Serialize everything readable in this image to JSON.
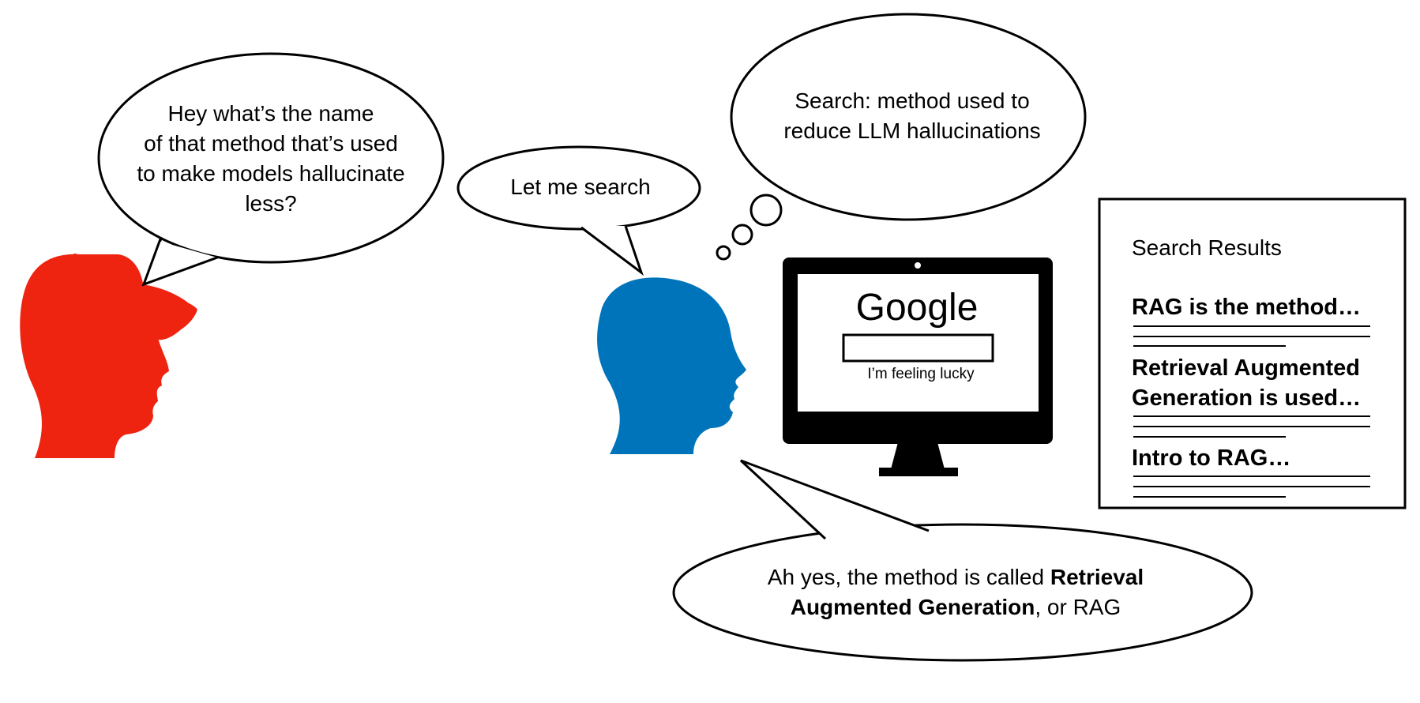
{
  "speech": {
    "question_lines": [
      "Hey what’s the name",
      "of that method that’s used",
      "to make models hallucinate",
      "less?"
    ],
    "search_reply": "Let me search",
    "thought_lines": [
      "Search: method used to",
      "reduce LLM hallucinations"
    ],
    "answer": {
      "prefix": "Ah yes, the method is called ",
      "bold_1": "Retrieval",
      "bold_2": "Augmented Generation",
      "suffix": ", or RAG"
    }
  },
  "monitor": {
    "logo": "Google",
    "lucky_label": "I’m feeling lucky"
  },
  "results_panel": {
    "title": "Search Results",
    "results": [
      "RAG is the method…",
      "Retrieval Augmented",
      "Generation is used…",
      "Intro to RAG…"
    ]
  },
  "colors": {
    "red_person": "#ee2411",
    "blue_person": "#0074bb",
    "ink": "#000000",
    "paper": "#ffffff"
  }
}
